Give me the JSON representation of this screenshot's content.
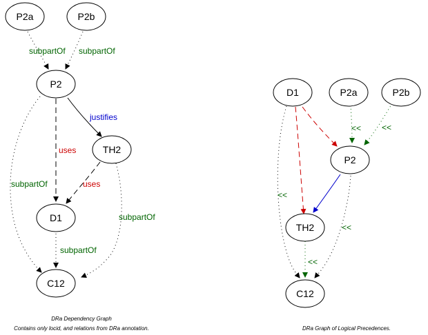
{
  "left_graph": {
    "caption_line1": "DRa Dependency Graph",
    "caption_line2": "Contains only locid, and relations from DRa annotation.",
    "nodes": {
      "P2a": "P2a",
      "P2b": "P2b",
      "P2": "P2",
      "TH2": "TH2",
      "D1": "D1",
      "C12": "C12"
    },
    "edge_labels": {
      "p2a_p2": "subpartOf",
      "p2b_p2": "subpartOf",
      "p2_th2": "justifies",
      "p2_d1": "uses",
      "th2_d1": "uses",
      "p2_c12": "subpartOf",
      "th2_c12": "subpartOf",
      "d1_c12": "subpartOf"
    }
  },
  "right_graph": {
    "caption": "DRa Graph of Logical Precedences.",
    "nodes": {
      "D1": "D1",
      "P2a": "P2a",
      "P2b": "P2b",
      "P2": "P2",
      "TH2": "TH2",
      "C12": "C12"
    },
    "edge_labels": {
      "p2a_p2": "<<",
      "p2b_p2": "<<",
      "d1_c12": "<<",
      "p2_c12": "<<",
      "th2_c12": "<<"
    }
  },
  "colors": {
    "subpart": "#006400",
    "uses": "#cc0000",
    "justifies": "#0000cc",
    "edge": "#000000"
  }
}
